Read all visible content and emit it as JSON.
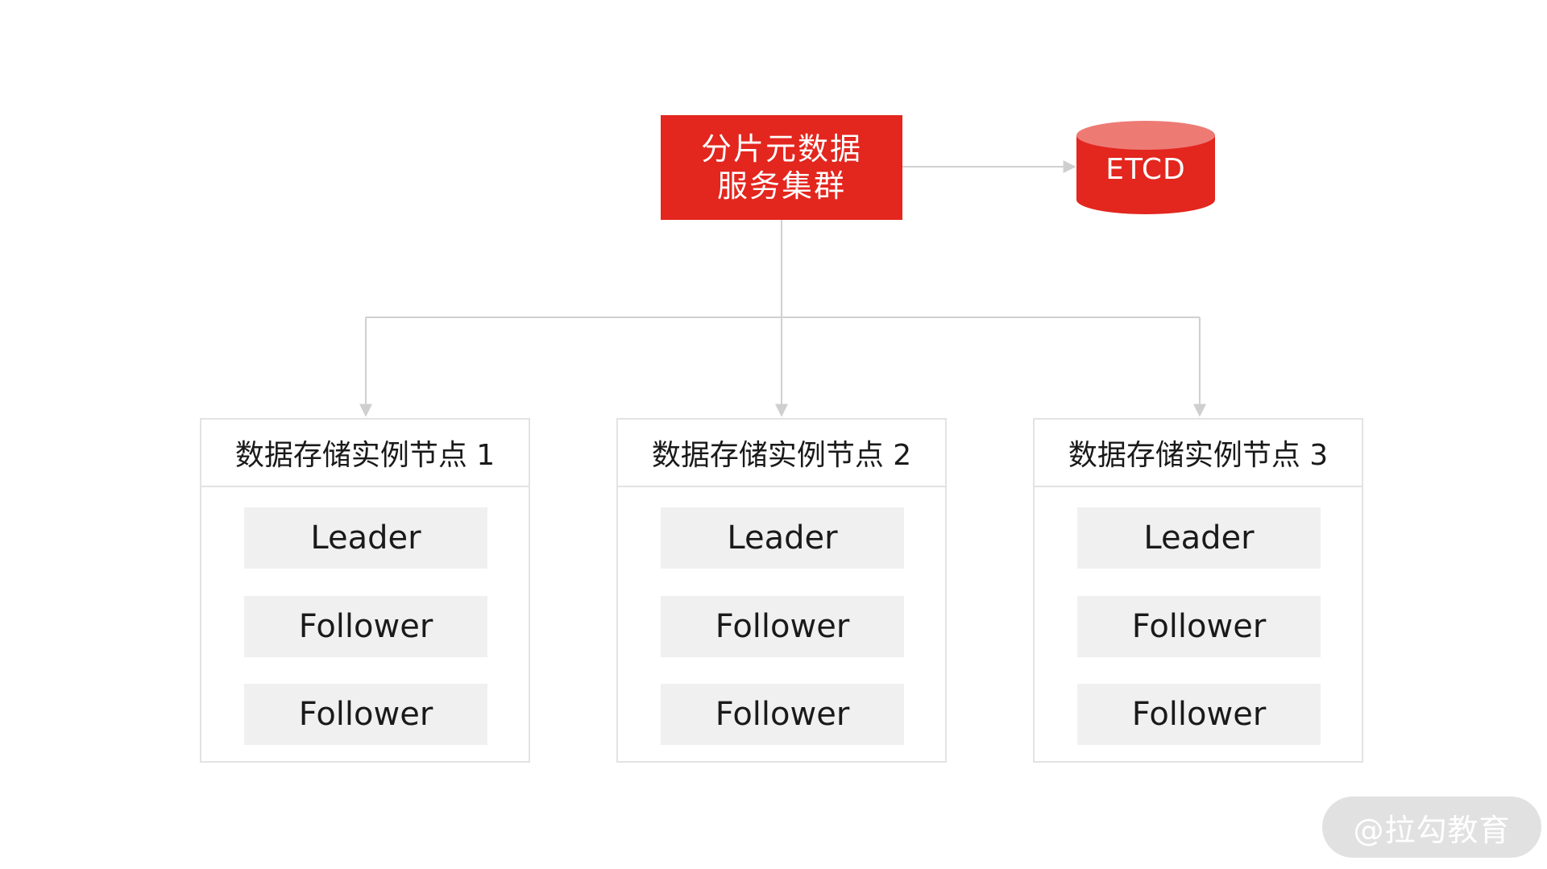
{
  "cluster": {
    "line1": "分片元数据",
    "line2": "服务集群"
  },
  "etcd": {
    "label": "ETCD"
  },
  "nodes": [
    {
      "title": "数据存储实例节点 1",
      "roles": [
        "Leader",
        "Follower",
        "Follower"
      ]
    },
    {
      "title": "数据存储实例节点 2",
      "roles": [
        "Leader",
        "Follower",
        "Follower"
      ]
    },
    {
      "title": "数据存储实例节点 3",
      "roles": [
        "Leader",
        "Follower",
        "Follower"
      ]
    }
  ],
  "watermark": "@拉勾教育",
  "colors": {
    "accent": "#e3261e",
    "cylinder_top": "#ee7a74",
    "connector": "#d0d0d0",
    "panel_border": "#e3e3e3",
    "role_fill": "#f0f0f0"
  }
}
